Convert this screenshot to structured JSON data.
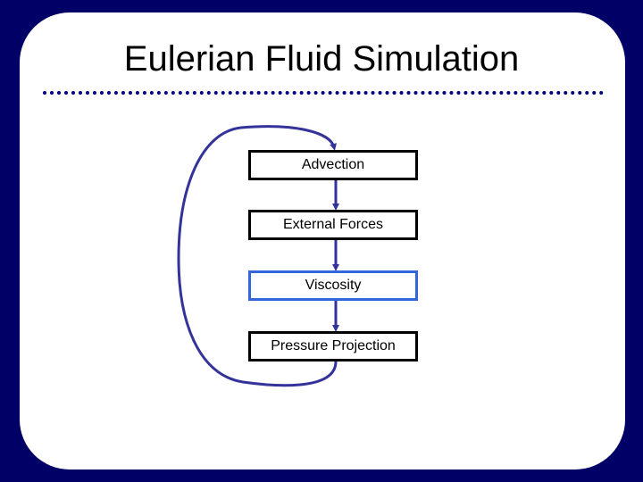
{
  "slide": {
    "title": "Eulerian Fluid Simulation"
  },
  "flow": {
    "steps": [
      {
        "label": "Advection",
        "highlighted": false
      },
      {
        "label": "External Forces",
        "highlighted": false
      },
      {
        "label": "Viscosity",
        "highlighted": true
      },
      {
        "label": "Pressure Projection",
        "highlighted": false
      }
    ],
    "loop_back": true
  },
  "colors": {
    "background": "#000080",
    "arrow": "#333399",
    "highlight_border": "#3366dd",
    "box_border": "#000000"
  }
}
